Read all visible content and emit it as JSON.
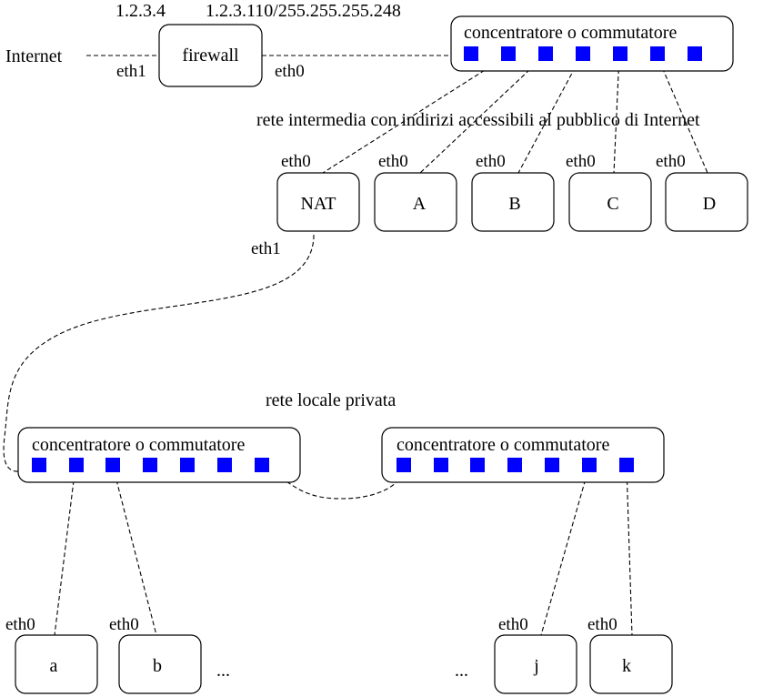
{
  "colors": {
    "port": "#0000ff",
    "line": "#000000",
    "background": "#ffffff"
  },
  "internet": {
    "label": "Internet"
  },
  "firewall": {
    "label": "firewall",
    "ip_outside": "1.2.3.4",
    "ip_inside": "1.2.3.110/255.255.255.248",
    "iface_outside": "eth1",
    "iface_inside": "eth0"
  },
  "public_switch": {
    "label": "concentratore  o commutatore"
  },
  "public_network": {
    "label": "rete intermedia con indirizi accessibili al pubblico di Internet"
  },
  "public_hosts": [
    {
      "label": "NAT",
      "iface": "eth0",
      "iface2": "eth1"
    },
    {
      "label": "A",
      "iface": "eth0"
    },
    {
      "label": "B",
      "iface": "eth0"
    },
    {
      "label": "C",
      "iface": "eth0"
    },
    {
      "label": "D",
      "iface": "eth0"
    }
  ],
  "private_network": {
    "label": "rete locale privata"
  },
  "private_switch_left": {
    "label": "concentratore  o commutatore"
  },
  "private_switch_right": {
    "label": "concentratore  o commutatore"
  },
  "private_hosts": [
    {
      "label": "a",
      "iface": "eth0"
    },
    {
      "label": "b",
      "iface": "eth0"
    },
    {
      "label": "j",
      "iface": "eth0"
    },
    {
      "label": "k",
      "iface": "eth0"
    }
  ],
  "ellipsis_left": "...",
  "ellipsis_right": "..."
}
